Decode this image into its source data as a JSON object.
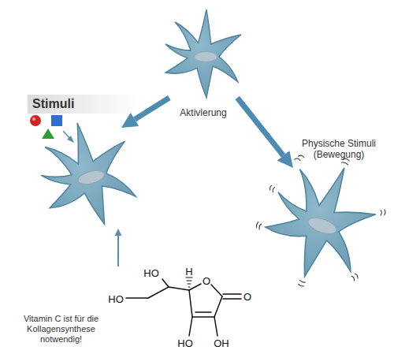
{
  "diagram": {
    "nodes": [
      {
        "text": [
          "Aktivierung"
        ]
      },
      {
        "text": [
          "Stimuli"
        ]
      },
      {
        "text": [
          "Physische Stimuli (Bewegung)"
        ]
      },
      {
        "text": [
          "Vitamin C ist für die Kollagensynthese notwendig!"
        ]
      }
    ],
    "edges": [
      {
        "from": 0,
        "to": 1,
        "arrow": "to"
      },
      {
        "from": 0,
        "to": 2,
        "arrow": "to"
      },
      {
        "from": 3,
        "to": 1,
        "arrow": "to"
      }
    ],
    "labels": [
      "HO",
      "H",
      "HO",
      "O",
      "O",
      "HO",
      "OH"
    ]
  }
}
